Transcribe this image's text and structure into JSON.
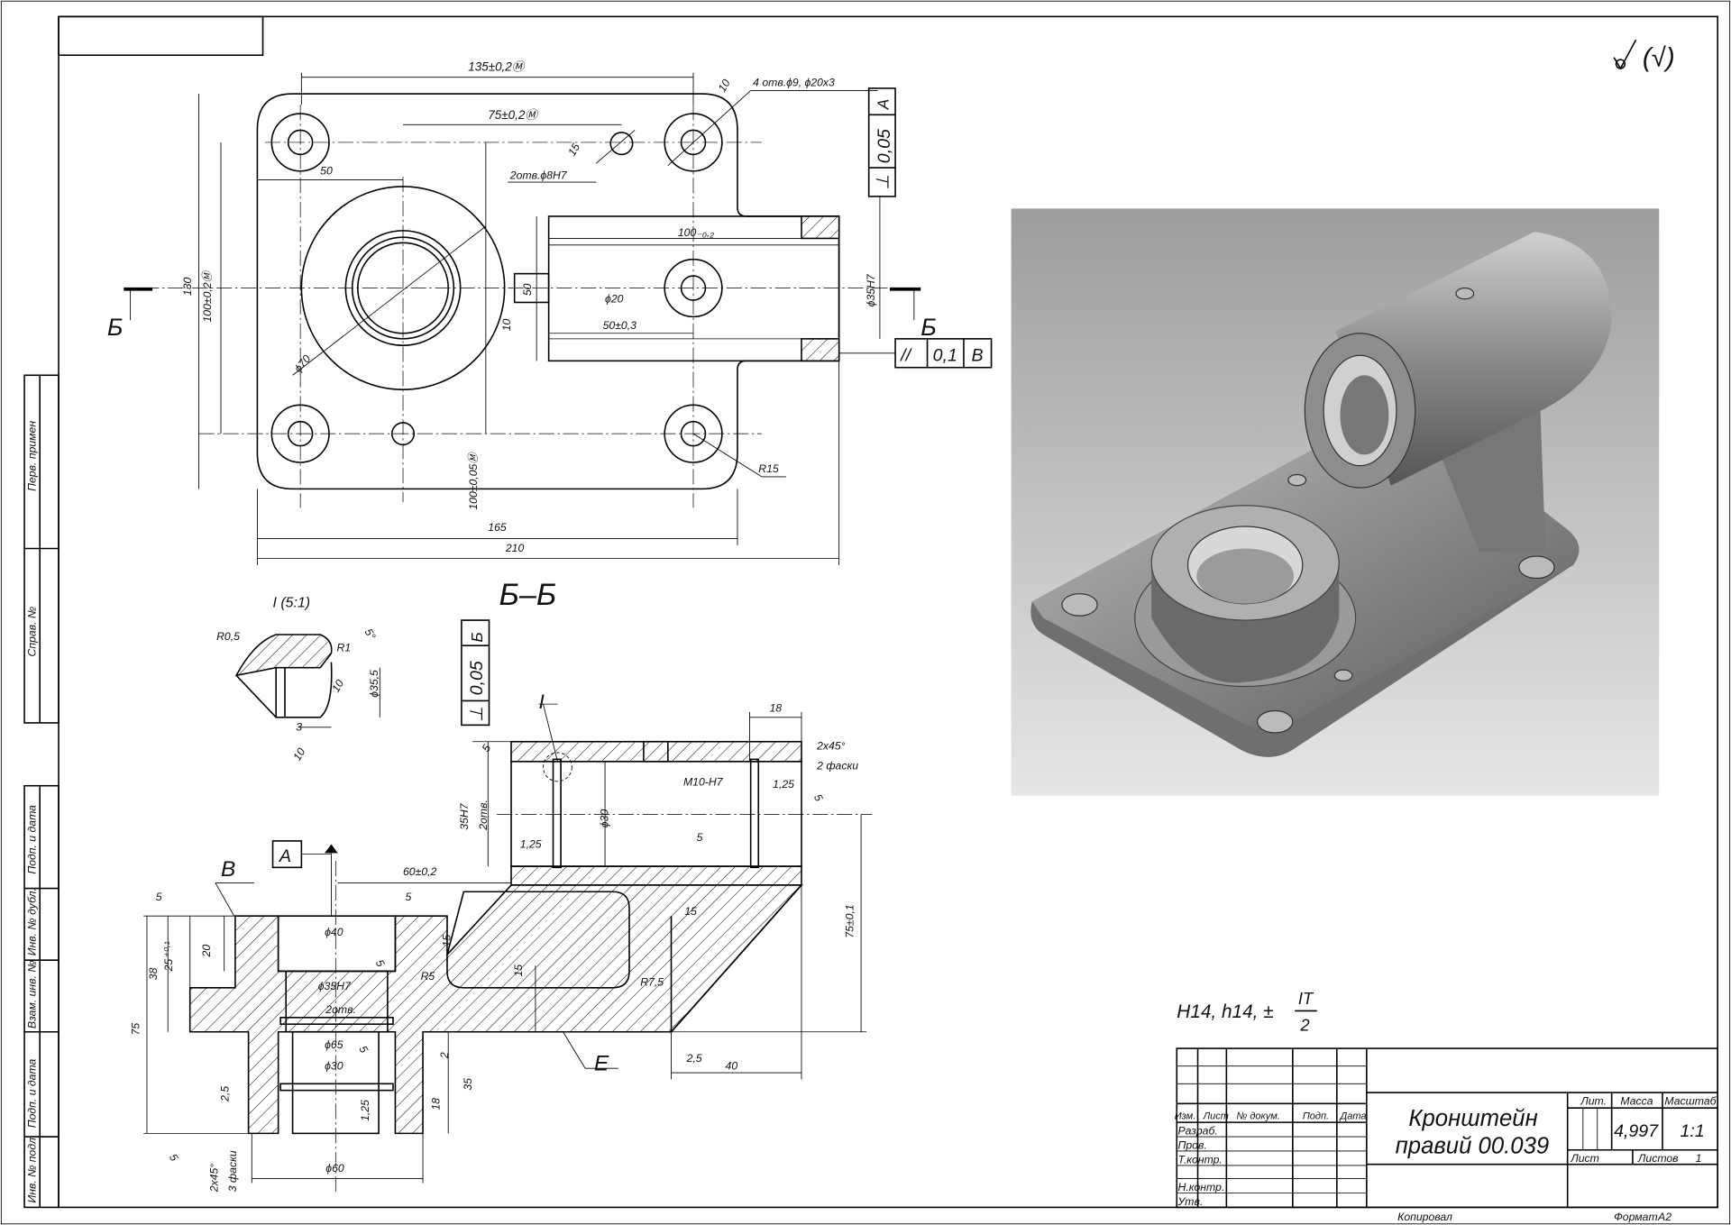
{
  "roughness_mark": "(√)",
  "tolerance_note": {
    "text": "H14, h14, ±",
    "numerator": "IT",
    "denominator": "2"
  },
  "side_strip": [
    "Перв. примен",
    "Справ. №",
    "Подп. и дата",
    "Инв. № дубл.",
    "Взам. инв. №",
    "Подп. и дата",
    "Инв. № подл."
  ],
  "plan_view": {
    "labels": [
      "135±0,2Ⓜ",
      "75±0,2Ⓜ",
      "4 отв.ϕ9, ϕ20x3",
      "2отв.ϕ8H7",
      "50",
      "130",
      "100±0,2Ⓜ",
      "ϕ70",
      "50",
      "10",
      "100₋₀,₂",
      "ϕ20",
      "50±0,3",
      "ϕ35H7",
      "100±0,05Ⓜ",
      "R15",
      "165",
      "210",
      "Б",
      "Б",
      "10",
      "15"
    ],
    "gdt_a": [
      "⊥",
      "0,05",
      "A"
    ],
    "gdt_b": [
      "//",
      "0,1",
      "В"
    ]
  },
  "section": {
    "title": "Б–Б",
    "labels": [
      "I (5:1)",
      "R0,5",
      "R1",
      "5°",
      "10",
      "ϕ35,5",
      "3",
      "10",
      "I",
      "18",
      "2x45°",
      "2 фаски",
      "5",
      "M10-H7",
      "1,25",
      "5",
      "35H7",
      "2отв.",
      "ϕ30",
      "1,25",
      "5",
      "60±0,2",
      "В",
      "5",
      "5",
      "ϕ40",
      "15",
      "20",
      "25⁺⁰·¹",
      "38",
      "75",
      "R5",
      "5",
      "15",
      "15",
      "R7,5",
      "75±0,1",
      "ϕ35H7",
      "2отв.",
      "ϕ65",
      "ϕ30",
      "5",
      "2",
      "35",
      "2,5",
      "18",
      "1,25",
      "Е",
      "2,5",
      "40",
      "5",
      "2x45°",
      "3 фаски",
      "ϕ60"
    ],
    "datum_a": "A",
    "gdt_b": [
      "⊥",
      "0,05",
      "Б"
    ]
  },
  "title_block": {
    "columns": [
      "Изм.",
      "Лист",
      "№ докум.",
      "Подп.",
      "Дата"
    ],
    "rows": [
      "Разраб.",
      "Пров.",
      "Т.контр.",
      "Н.контр.",
      "Утв."
    ],
    "name_line1": "Кронштейн",
    "name_line2": "правий 00.039",
    "lit_header": "Лит.",
    "mass_header": "Масса",
    "scale_header": "Масштаб",
    "mass": "4,997",
    "scale": "1:1",
    "sheet_label": "Лист",
    "sheets_label": "Листов",
    "sheets_count": "1",
    "copied": "Копировал",
    "format_label": "Формат",
    "format_value": "A2"
  }
}
